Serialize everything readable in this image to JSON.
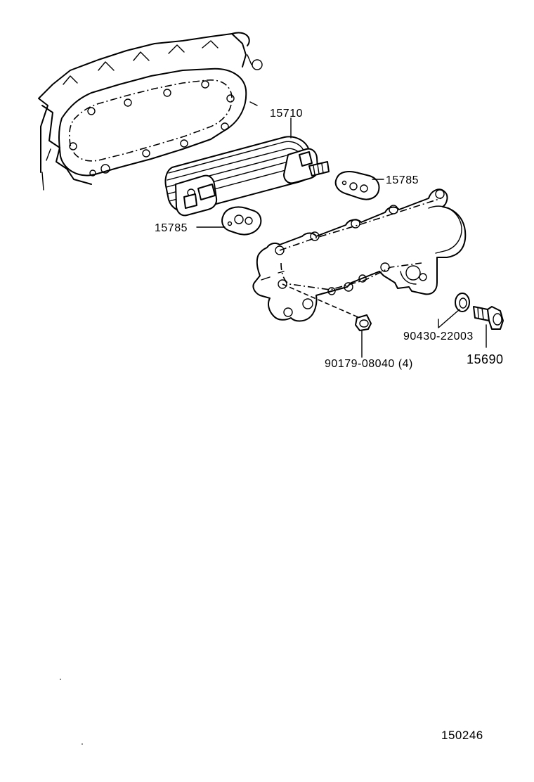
{
  "diagram": {
    "labels": {
      "oil_cooler": "15710",
      "gasket_right": "15785",
      "gasket_left": "15785",
      "nut": "90179-08040 (4)",
      "washer": "90430-22003",
      "plug": "15690",
      "figure_number": "150246"
    }
  }
}
